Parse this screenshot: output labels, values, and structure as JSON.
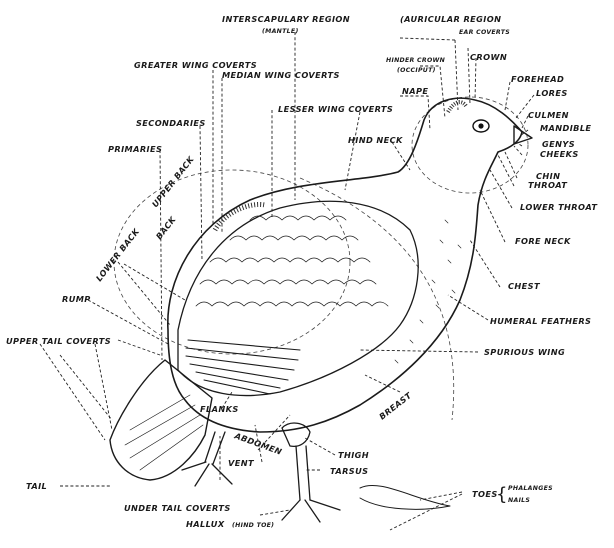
{
  "labels": {
    "interscapulary_region": "INTERSCAPULARY REGION",
    "mantle": "(MANTLE)",
    "auricular_region": "(AURICULAR REGION",
    "ear_coverts": "EAR COVERTS",
    "crown": "CROWN",
    "hinder_crown": "HINDER CROWN",
    "occiput": "(OCCIPUT)",
    "greater_wing_coverts": "GREATER WING COVERTS",
    "median_wing_coverts": "MEDIAN WING COVERTS",
    "forehead": "FOREHEAD",
    "lores": "LORES",
    "nape": "NAPE",
    "lesser_wing_coverts": "LESSER WING COVERTS",
    "culmen": "CULMEN",
    "mandible": "MANDIBLE",
    "secondaries": "SECONDARIES",
    "hind_neck": "HIND NECK",
    "genys": "GENYS",
    "cheeks": "CHEEKS",
    "primaries": "PRIMARIES",
    "chin": "CHIN",
    "throat": "THROAT",
    "upper_back": "UPPER BACK",
    "lower_throat": "LOWER THROAT",
    "back": "BACK",
    "lower_back": "LOWER BACK",
    "fore_neck": "FORE NECK",
    "chest": "CHEST",
    "rump": "RUMP",
    "humeral_feathers": "HUMERAL FEATHERS",
    "upper_tail_coverts": "UPPER TAIL COVERTS",
    "spurious_wing": "SPURIOUS WING",
    "breast": "BREAST",
    "flanks": "FLANKS",
    "abdomen": "ABDOMEN",
    "vent": "VENT",
    "thigh": "THIGH",
    "tarsus": "TARSUS",
    "tail": "TAIL",
    "under_tail_coverts": "UNDER TAIL COVERTS",
    "toes": "TOES",
    "phalanges": "PHALANGES",
    "nails": "NAILS",
    "hallux": "HALLUX",
    "hind_toe": "(HIND TOE)"
  }
}
